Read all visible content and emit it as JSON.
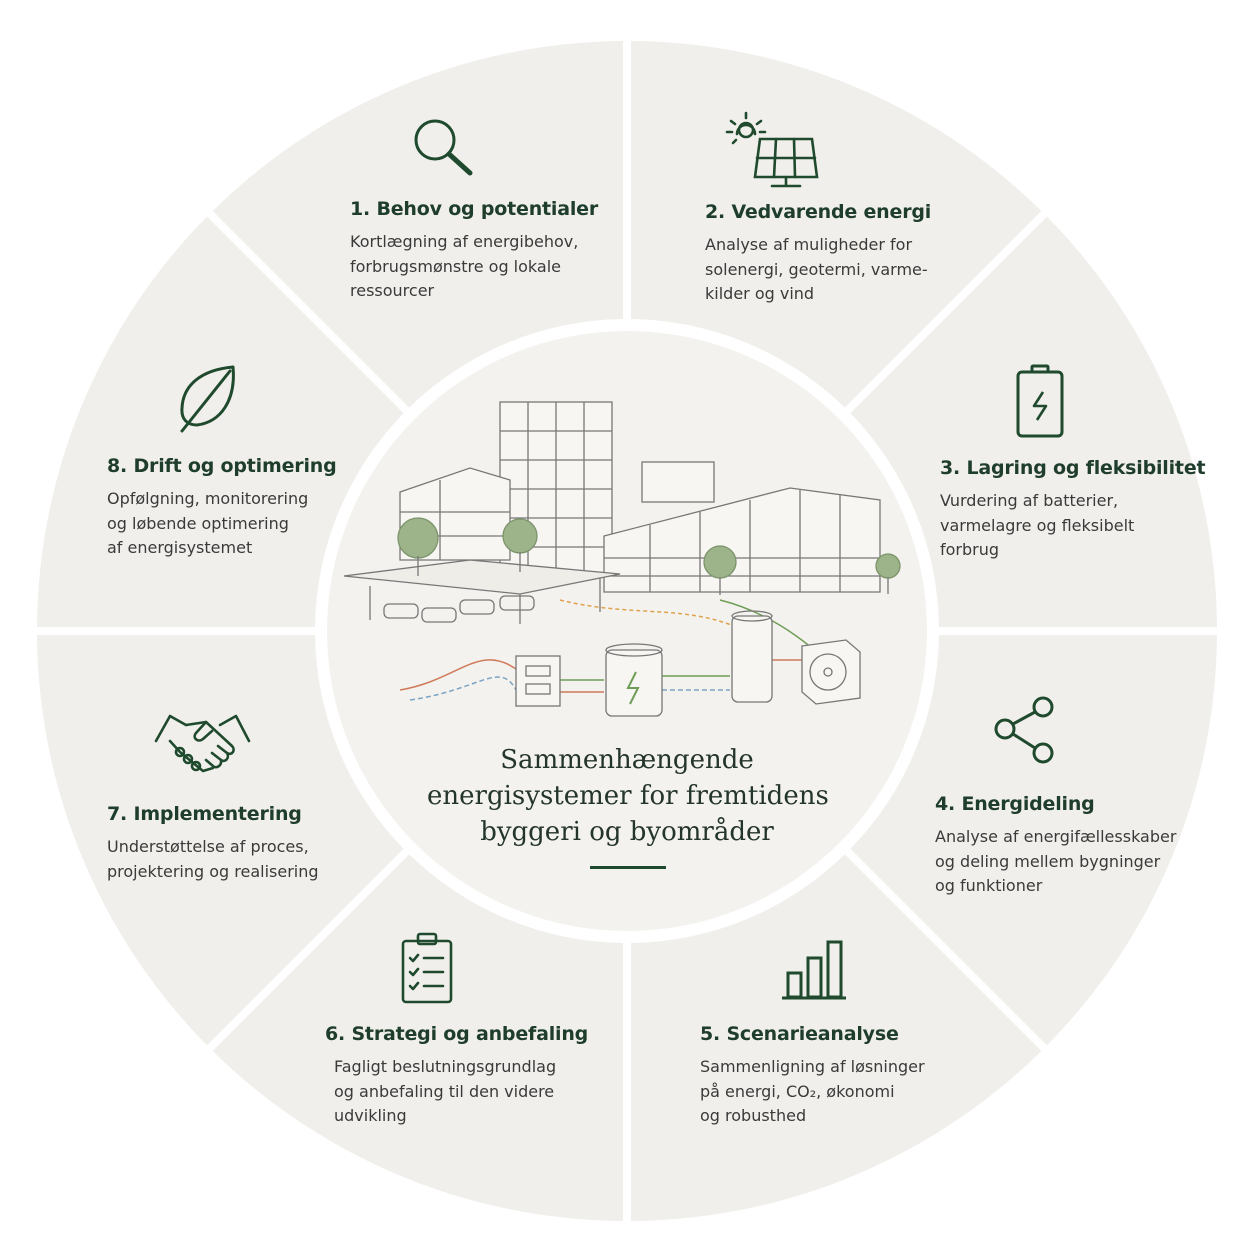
{
  "colors": {
    "segment_fill": "#f0efeb",
    "center_fill": "#f3f2ee",
    "accent_green": "#1f4a2e",
    "title_color": "#1f3d2b",
    "text_color": "#3a3a3a"
  },
  "center": {
    "title_lines": [
      "Sammenhængende",
      "energisystemer for fremtidens",
      "byggeri og byområder"
    ]
  },
  "segments": [
    {
      "id": "1",
      "icon": "magnifier-icon",
      "title": "1. Behov og potentialer",
      "lines": [
        "Kortlægning af energibehov,",
        "forbrugsmønstre og lokale",
        "ressourcer"
      ]
    },
    {
      "id": "2",
      "icon": "solar-panel-icon",
      "title": "2. Vedvarende energi",
      "lines": [
        "Analyse af muligheder for",
        "solenergi, geotermi, varme-",
        "kilder og vind"
      ]
    },
    {
      "id": "3",
      "icon": "battery-icon",
      "title": "3. Lagring og fleksibilitet",
      "lines": [
        "Vurdering af batterier,",
        "varmelagre og fleksibelt",
        "forbrug"
      ]
    },
    {
      "id": "4",
      "icon": "share-icon",
      "title": "4. Energideling",
      "lines": [
        "Analyse af energifællesskaber",
        "og deling mellem bygninger",
        "og funktioner"
      ]
    },
    {
      "id": "5",
      "icon": "bar-chart-icon",
      "title": "5. Scenarieanalyse",
      "lines": [
        "Sammenligning af løsninger",
        "på energi, CO₂, økonomi",
        "og robusthed"
      ]
    },
    {
      "id": "6",
      "icon": "clipboard-checklist-icon",
      "title": "6. Strategi og anbefaling",
      "lines": [
        "Fagligt beslutningsgrundlag",
        "og anbefaling til den videre",
        "udvikling"
      ]
    },
    {
      "id": "7",
      "icon": "handshake-icon",
      "title": "7. Implementering",
      "lines": [
        "Understøttelse af proces,",
        "projektering og realisering"
      ]
    },
    {
      "id": "8",
      "icon": "leaf-icon",
      "title": "8. Drift og optimering",
      "lines": [
        "Opfølgning, monitorering",
        "og løbende optimering",
        "af energisystemet"
      ]
    }
  ]
}
